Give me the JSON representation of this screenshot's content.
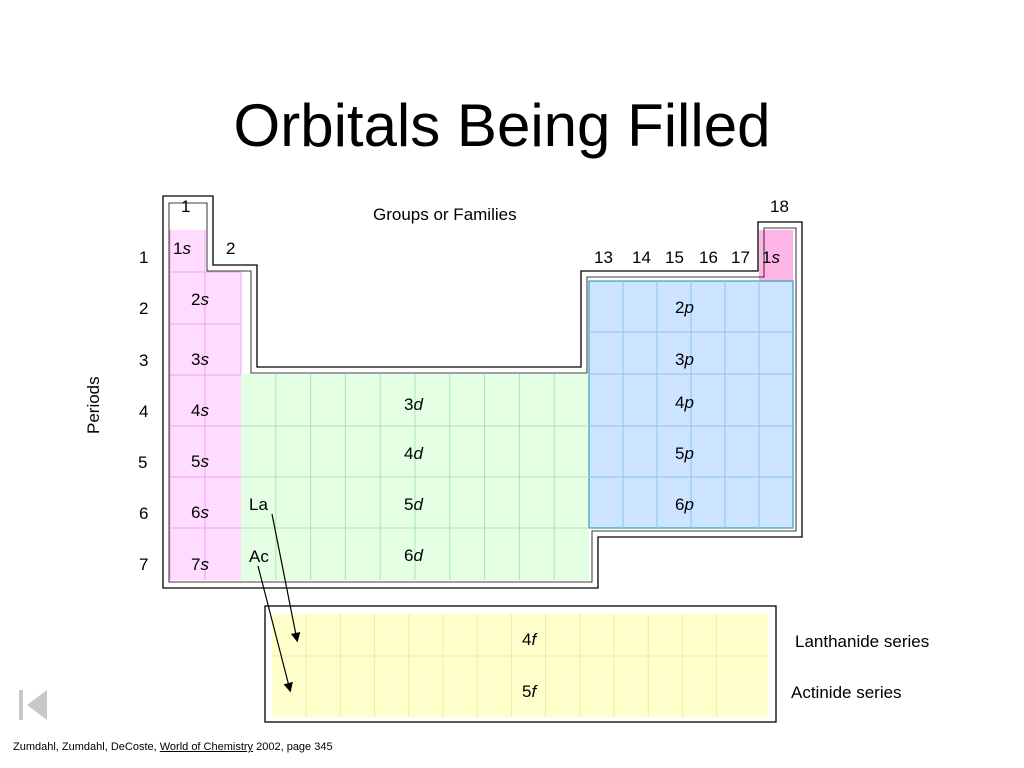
{
  "slide": {
    "title": "Orbitals Being Filled",
    "groups_label": "Groups or Families",
    "periods_label": "Periods"
  },
  "group_numbers": {
    "g1": "1",
    "g2": "2",
    "g13": "13",
    "g14": "14",
    "g15": "15",
    "g16": "16",
    "g17": "17",
    "g18": "18"
  },
  "period_numbers": [
    "1",
    "2",
    "3",
    "4",
    "5",
    "6",
    "7"
  ],
  "orbital_blocks": {
    "s_block": [
      {
        "n": "1",
        "l": "s"
      },
      {
        "n": "2",
        "l": "s"
      },
      {
        "n": "3",
        "l": "s"
      },
      {
        "n": "4",
        "l": "s"
      },
      {
        "n": "5",
        "l": "s"
      },
      {
        "n": "6",
        "l": "s"
      },
      {
        "n": "7",
        "l": "s"
      }
    ],
    "he_s": {
      "n": "1",
      "l": "s"
    },
    "d_block": [
      {
        "n": "3",
        "l": "d"
      },
      {
        "n": "4",
        "l": "d"
      },
      {
        "n": "5",
        "l": "d"
      },
      {
        "n": "6",
        "l": "d"
      }
    ],
    "p_block": [
      {
        "n": "2",
        "l": "p"
      },
      {
        "n": "3",
        "l": "p"
      },
      {
        "n": "4",
        "l": "p"
      },
      {
        "n": "5",
        "l": "p"
      },
      {
        "n": "6",
        "l": "p"
      }
    ],
    "f_block": [
      {
        "n": "4",
        "l": "f"
      },
      {
        "n": "5",
        "l": "f"
      }
    ]
  },
  "elements": {
    "la": "La",
    "ac": "Ac"
  },
  "series": {
    "lanthanide": "Lanthanide series",
    "actinide": "Actinide series"
  },
  "colors": {
    "s_fill": "#ffdcff",
    "s_line": "#f0a0f0",
    "he_fill": "#ffb4e6",
    "d_fill": "#e4ffe4",
    "d_line": "#a8e8a8",
    "p_fill": "#cce4ff",
    "p_line": "#8cc4ee",
    "p_border": "#3aa0b0",
    "f_fill": "#ffffcc",
    "f_line": "#ececa0"
  },
  "citation": {
    "authors": "Zumdahl, Zumdahl, DeCoste, ",
    "book": "World of Chemistry",
    "rest": " 2002, page 345"
  },
  "nav": {
    "icon": "back-to-start-icon"
  }
}
